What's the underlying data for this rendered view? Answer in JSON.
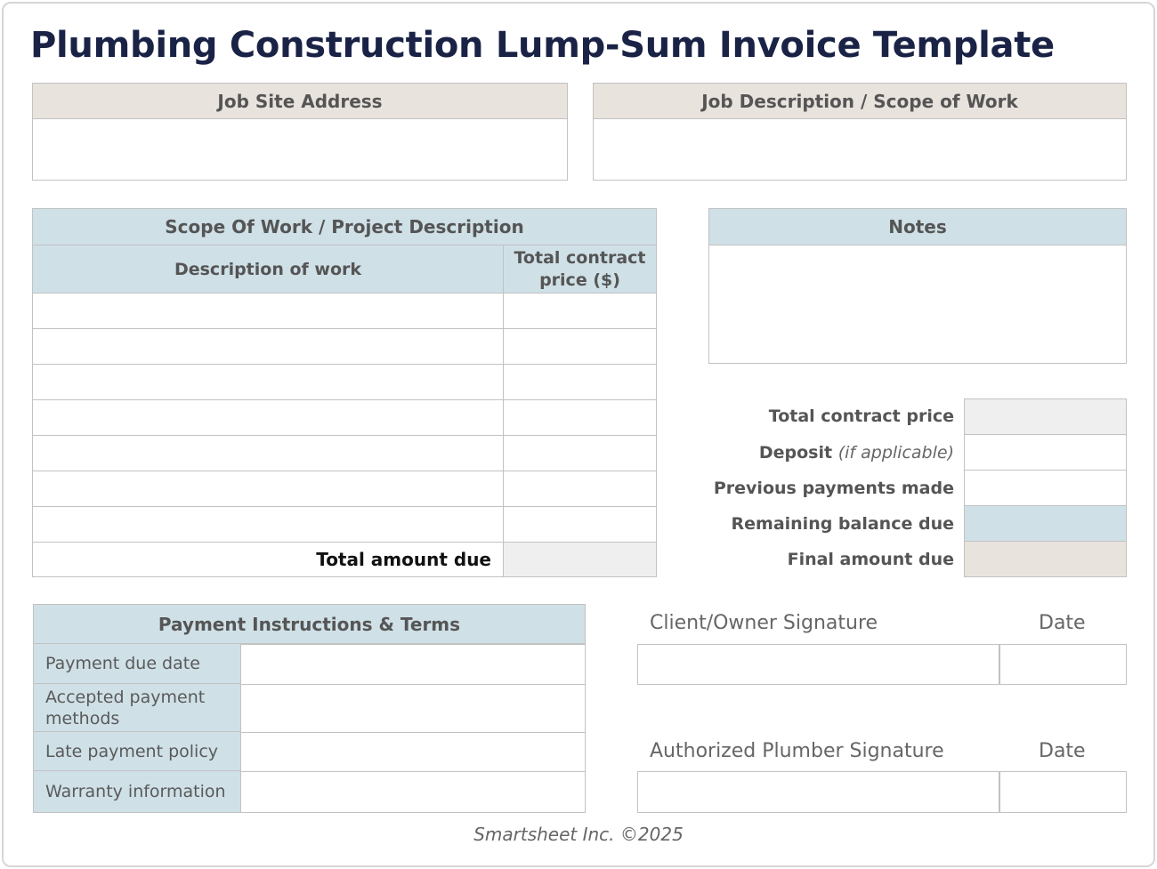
{
  "title": "Plumbing Construction Lump-Sum Invoice Template",
  "job_site": {
    "header": "Job Site Address",
    "value": ""
  },
  "job_description": {
    "header": "Job Description / Scope of Work",
    "value": ""
  },
  "scope": {
    "header": "Scope Of Work / Project Description",
    "col_description": "Description of work",
    "col_price_line1": "Total contract",
    "col_price_line2": "price ($)",
    "rows": [
      {
        "description": "",
        "price": ""
      },
      {
        "description": "",
        "price": ""
      },
      {
        "description": "",
        "price": ""
      },
      {
        "description": "",
        "price": ""
      },
      {
        "description": "",
        "price": ""
      },
      {
        "description": "",
        "price": ""
      },
      {
        "description": "",
        "price": ""
      }
    ],
    "total_label": "Total amount due",
    "total_value": ""
  },
  "notes": {
    "header": "Notes",
    "value": ""
  },
  "summary": {
    "total_contract_price": {
      "label": "Total contract price",
      "value": ""
    },
    "deposit": {
      "label": "Deposit",
      "note": "(if applicable)",
      "value": ""
    },
    "previous_payments": {
      "label": "Previous payments made",
      "value": ""
    },
    "remaining_balance": {
      "label": "Remaining balance due",
      "value": ""
    },
    "final_amount": {
      "label": "Final amount due",
      "value": ""
    }
  },
  "payment": {
    "header": "Payment Instructions & Terms",
    "rows": [
      {
        "label": "Payment due date",
        "value": ""
      },
      {
        "label": "Accepted payment methods",
        "value": ""
      },
      {
        "label": "Late payment policy",
        "value": ""
      },
      {
        "label": "Warranty information",
        "value": ""
      }
    ]
  },
  "signatures": {
    "client": {
      "label": "Client/Owner Signature",
      "date_label": "Date",
      "signature": "",
      "date": ""
    },
    "plumber": {
      "label": "Authorized Plumber Signature",
      "date_label": "Date",
      "signature": "",
      "date": ""
    }
  },
  "footer": "Smartsheet Inc. ©2025",
  "colors": {
    "title": "#1a2346",
    "tan_header": "#e9e3de",
    "blue_header": "#cfe0e7",
    "grey_fill": "#efefef"
  }
}
